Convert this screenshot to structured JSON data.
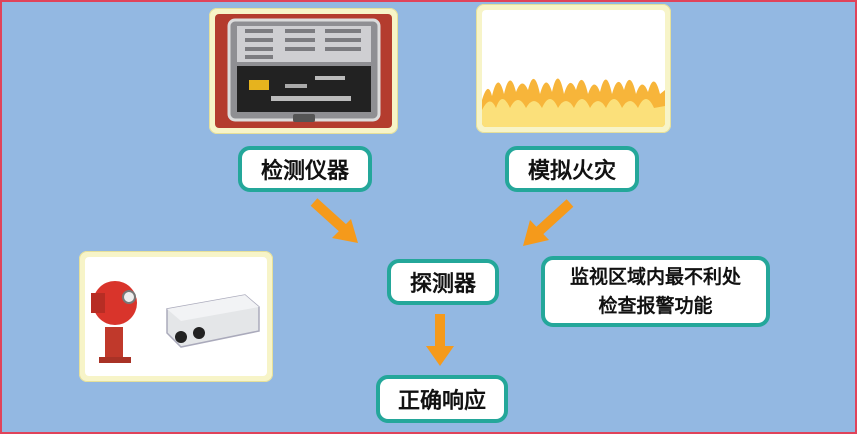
{
  "labels": {
    "instrument": "检测仪器",
    "fire": "模拟火灾",
    "detector": "探测器",
    "response": "正确响应",
    "note_line1": "监视区域内最不利处",
    "note_line2": "检查报警功能"
  },
  "colors": {
    "background": "#93b8e2",
    "border": "#e0435a",
    "label_border": "#24a79a",
    "arrow": "#f59a1b",
    "photo_frame": "#f7f4c8"
  },
  "icons": [
    "test-kit-case-image",
    "flame-image",
    "flame-detector-image",
    "arrow-icon"
  ]
}
